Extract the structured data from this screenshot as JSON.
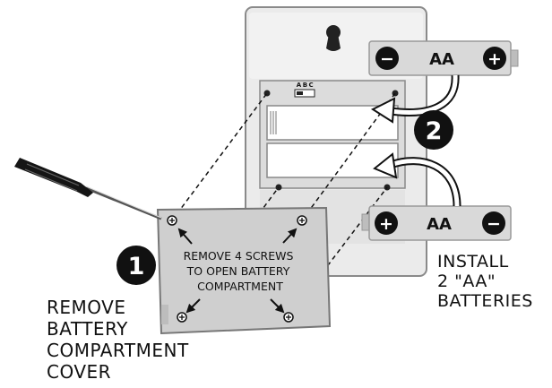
{
  "steps": {
    "one": {
      "number": "1",
      "cover_text": [
        "REMOVE 4 SCREWS",
        "TO OPEN BATTERY",
        "COMPARTMENT"
      ],
      "caption": [
        "REMOVE",
        "BATTERY",
        "COMPARTMENT",
        "COVER"
      ]
    },
    "two": {
      "number": "2",
      "caption": [
        "INSTALL",
        "2 \"AA\"",
        "BATTERIES"
      ]
    }
  },
  "switch_label": "ABC",
  "batteries": [
    {
      "label": "AA",
      "left_terminal": "−",
      "right_terminal": "+"
    },
    {
      "label": "AA",
      "left_terminal": "+",
      "right_terminal": "−"
    }
  ],
  "colors": {
    "device_body": "#e6e6e6",
    "device_outline": "#8a8a8a",
    "cover": "#cfcfcf",
    "battery": "#d9d9d9",
    "badge": "#111111",
    "text": "#111111"
  }
}
